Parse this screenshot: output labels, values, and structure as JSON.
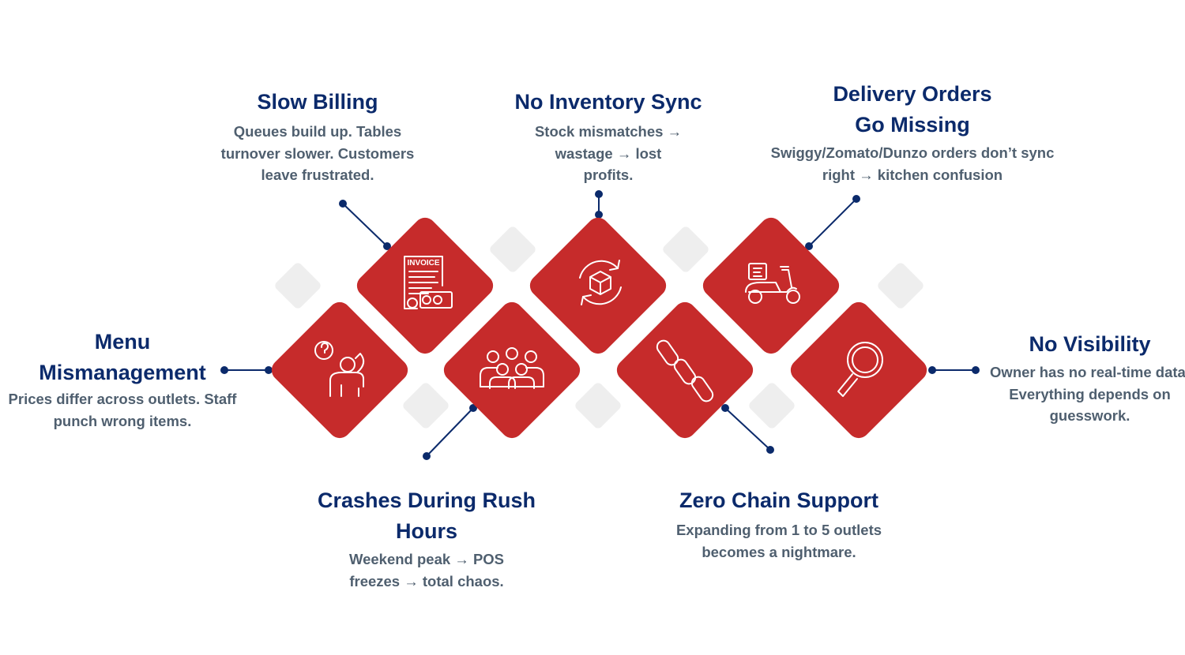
{
  "colors": {
    "diamond": "#c62b2b",
    "light_diamond": "#eeeeee",
    "connector": "#0b2a6b",
    "icon": "#ffffff",
    "title": "#0b2a6b",
    "description": "#4f5f6f"
  },
  "problems": [
    {
      "id": "slow-billing",
      "title": "Slow Billing",
      "description": "Queues build up. Tables turnover slower. Customers leave frustrated.",
      "icon": "invoice-icon",
      "icon_label": "INVOICE"
    },
    {
      "id": "no-inventory-sync",
      "title": "No Inventory Sync",
      "description": "Stock mismatches → wastage → lost profits.",
      "icon": "inventory-sync-icon"
    },
    {
      "id": "delivery-orders",
      "title": "Delivery Orders Go Missing",
      "description": "Swiggy/Zomato/Dunzo orders don’t sync right → kitchen confusion",
      "icon": "delivery-scooter-icon"
    },
    {
      "id": "menu-mismanagement",
      "title": "Menu Mismanagement",
      "description": "Prices differ across outlets. Staff punch wrong items.",
      "icon": "confused-person-icon"
    },
    {
      "id": "crashes-rush-hours",
      "title": "Crashes During Rush Hours",
      "description": "Weekend peak → POS freezes → total chaos.",
      "icon": "crowd-icon"
    },
    {
      "id": "zero-chain-support",
      "title": "Zero Chain Support",
      "description": "Expanding from 1 to 5 outlets becomes a nightmare.",
      "icon": "broken-chain-icon"
    },
    {
      "id": "no-visibility",
      "title": "No Visibility",
      "description": "Owner has no real-time data. Everything depends on guesswork.",
      "icon": "magnifier-icon"
    }
  ]
}
